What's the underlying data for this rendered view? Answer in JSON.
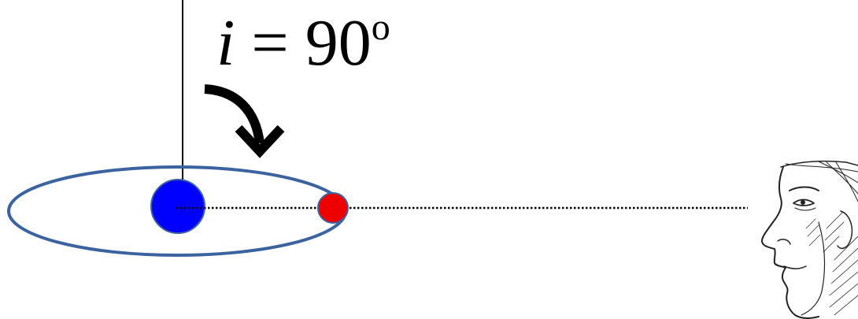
{
  "label": {
    "variable": "i",
    "equals": " = ",
    "value": "90",
    "degree_symbol": "o"
  },
  "colors": {
    "orbit": "#3b63a0",
    "star": "#0000ff",
    "star_outline": "#3b63a0",
    "planet": "#ee0000",
    "planet_outline": "#3b63a0",
    "axis": "#000000",
    "line_of_sight": "#000000",
    "arrow": "#000000"
  },
  "icons": {
    "observer": "observer-face-icon",
    "arrow": "curved-arrow-icon"
  }
}
